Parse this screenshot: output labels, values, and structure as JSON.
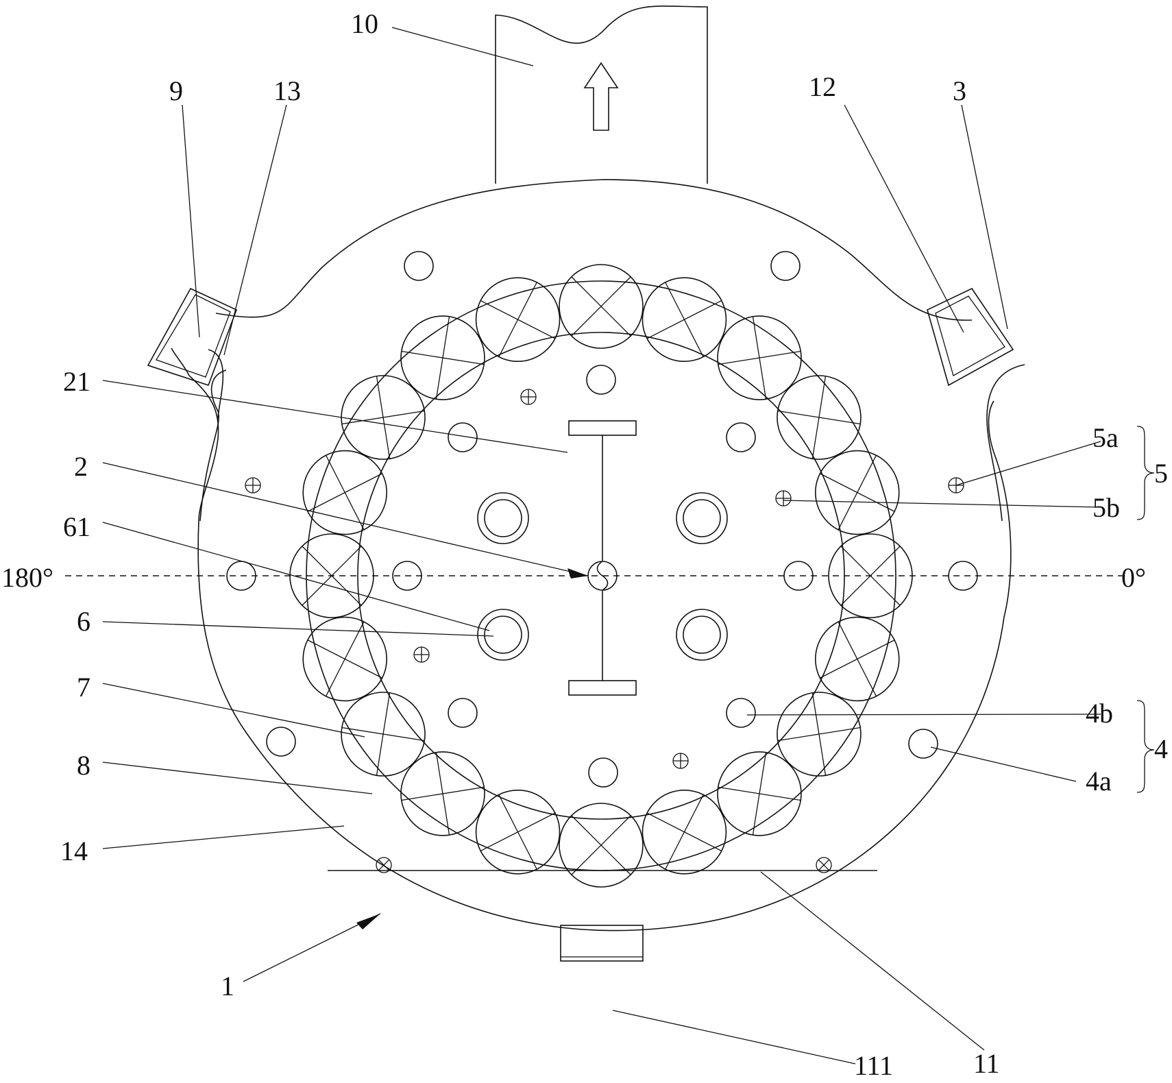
{
  "labels": {
    "l10": "10",
    "l9": "9",
    "l13": "13",
    "l12": "12",
    "l3": "3",
    "l21": "21",
    "l2": "2",
    "l61": "61",
    "l6": "6",
    "l7": "7",
    "l8": "8",
    "l14": "14",
    "l1": "1",
    "l111": "111",
    "l11": "11",
    "l5a": "5a",
    "l5b": "5b",
    "l5": "5",
    "l4b": "4b",
    "l4a": "4a",
    "l4": "4",
    "deg180": "180°",
    "deg0": "0°"
  },
  "drawing": {
    "ring_valve_count": 20,
    "line_color": "#111111",
    "background": "#ffffff"
  }
}
